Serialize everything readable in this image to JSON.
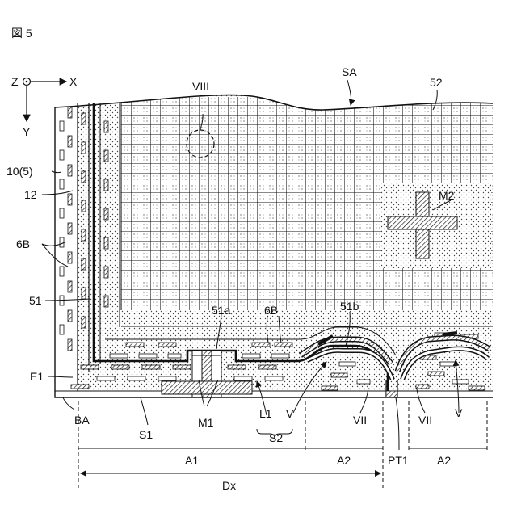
{
  "figure_title": "図 5",
  "axes": {
    "z": "Z",
    "x": "X",
    "y": "Y"
  },
  "labels": {
    "viii": "VIII",
    "sa": "SA",
    "n52": "52",
    "n10_5": "10(5)",
    "n12": "12",
    "n6b_left": "6B",
    "m2": "M2",
    "n51": "51",
    "n51a": "51a",
    "n6b_mid": "6B",
    "n51b": "51b",
    "e1": "E1",
    "ba": "BA",
    "s1": "S1",
    "m1": "M1",
    "l1": "L1",
    "v_left": "V",
    "s2": "S2",
    "vii_left": "VII",
    "vii_right": "VII",
    "v_right": "V",
    "pt1": "PT1",
    "a1": "A1",
    "a2_left": "A2",
    "a2_right": "A2",
    "dx": "Dx"
  }
}
